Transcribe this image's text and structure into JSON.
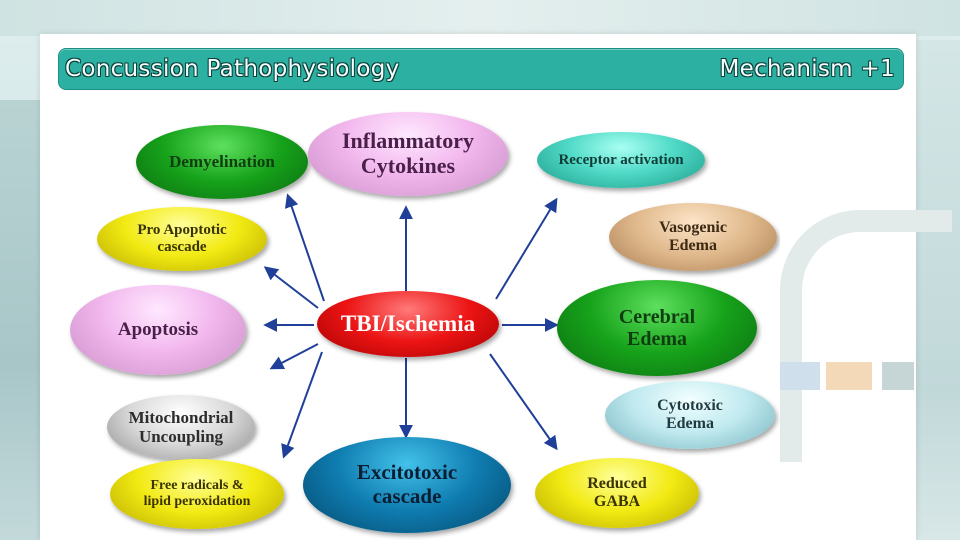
{
  "slide": {
    "title_left": "Concussion Pathophysiology",
    "title_right": "Mechanism +1"
  },
  "diagram": {
    "center": {
      "label": "TBI/Ischemia",
      "color": "red"
    },
    "nodes": [
      {
        "id": "demyelination",
        "label": "Demyelination",
        "color": "green"
      },
      {
        "id": "inflammatory",
        "label": "Inflammatory\nCytokines",
        "color": "pink"
      },
      {
        "id": "receptor",
        "label": "Receptor activation",
        "color": "teal"
      },
      {
        "id": "proapoptotic",
        "label": "Pro Apoptotic\ncascade",
        "color": "yellow"
      },
      {
        "id": "vasogenic",
        "label": "Vasogenic\nEdema",
        "color": "tan"
      },
      {
        "id": "apoptosis",
        "label": "Apoptosis",
        "color": "pink"
      },
      {
        "id": "cerebral",
        "label": "Cerebral\nEdema",
        "color": "green"
      },
      {
        "id": "mitochondrial",
        "label": "Mitochondrial\nUncoupling",
        "color": "silver"
      },
      {
        "id": "cytotoxic",
        "label": "Cytotoxic\nEdema",
        "color": "lightblue"
      },
      {
        "id": "freeradicals",
        "label": "Free radicals &\nlipid peroxidation",
        "color": "yellow"
      },
      {
        "id": "excitotoxic",
        "label": "Excitotoxic\ncascade",
        "color": "blue"
      },
      {
        "id": "reducedgaba",
        "label": "Reduced\nGABA",
        "color": "yellow"
      }
    ],
    "arrow_color": "#1f3f99"
  }
}
